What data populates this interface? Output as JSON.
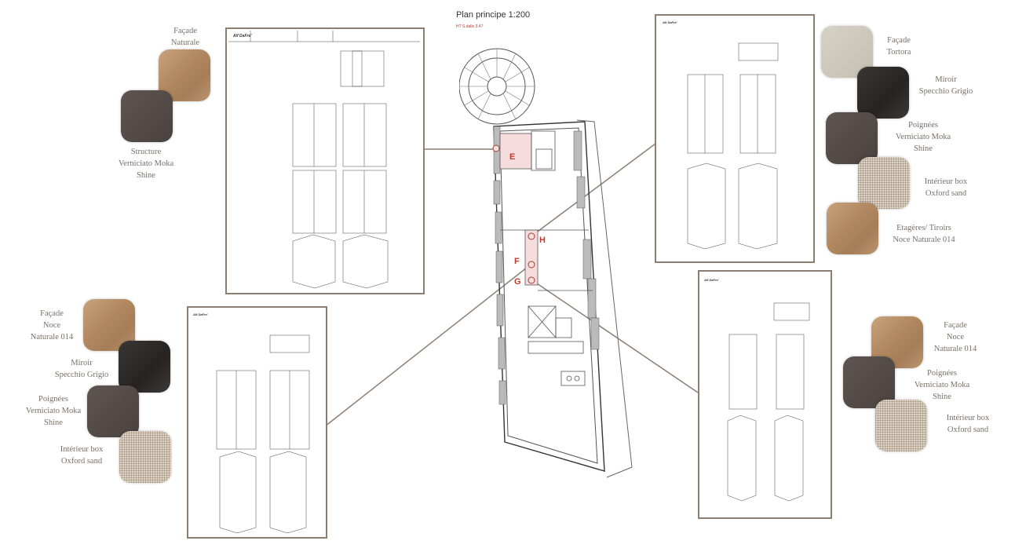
{
  "plan": {
    "title": "Plan principe 1:200",
    "subtitle": "HT S.dalle 3.47",
    "rooms": [
      "E",
      "H",
      "F",
      "G"
    ]
  },
  "sheets": {
    "brand": "Alf DaFre'"
  },
  "groups": {
    "e": {
      "facade": [
        "Façade",
        "Naturale"
      ],
      "structure": [
        "Structure",
        "Verniciato Moka",
        "Shine"
      ]
    },
    "f": {
      "facade": [
        "Façade",
        "Noce",
        "Naturale 014"
      ],
      "miroir": [
        "Miroir",
        "Specchio Grigio"
      ],
      "poignees": [
        "Poignées",
        "Verniciato Moka",
        "Shine"
      ],
      "interieur": [
        "Intérieur box",
        "Oxford sand"
      ]
    },
    "h": {
      "facade": [
        "Façade",
        "Tortora"
      ],
      "miroir": [
        "Miroir",
        "Specchio Grigio"
      ],
      "poignees": [
        "Poignées",
        "Verniciato Moka",
        "Shine"
      ],
      "interieur": [
        "Intérieur box",
        "Oxford sand"
      ],
      "etageres": [
        "Etagères/ Tiroirs",
        "Noce Naturale 014"
      ]
    },
    "g": {
      "facade": [
        "Façade",
        "Noce",
        "Naturale 014"
      ],
      "poignees": [
        "Poignées",
        "Verniciato Moka",
        "Shine"
      ],
      "interieur": [
        "Intérieur box",
        "Oxford sand"
      ]
    }
  },
  "colors": {
    "frame": "#8c7f72",
    "accent": "#c0392b",
    "wood": "#b38a62",
    "moka": "#4f4643"
  }
}
